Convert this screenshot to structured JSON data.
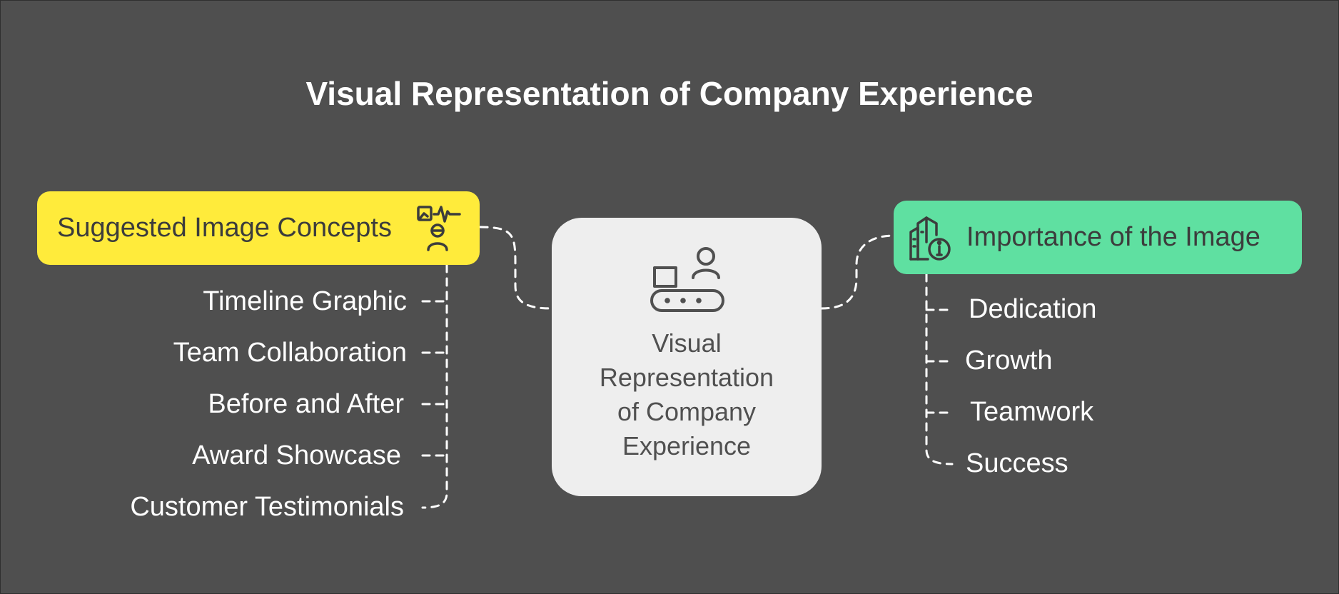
{
  "title": "Visual Representation of Company Experience",
  "center": {
    "lines": [
      "Visual",
      "Representation",
      "of Company",
      "Experience"
    ],
    "icon": "conveyor-person-icon"
  },
  "left_branch": {
    "label": "Suggested Image Concepts",
    "icon": "image-concepts-icon",
    "color": "#ffeb3b",
    "items": [
      "Timeline Graphic",
      "Team Collaboration",
      "Before and After",
      "Award Showcase",
      "Customer Testimonials"
    ]
  },
  "right_branch": {
    "label": "Importance of the Image",
    "icon": "building-info-icon",
    "color": "#5fe0a1",
    "items": [
      "Dedication",
      "Growth",
      "Teamwork",
      "Success"
    ]
  },
  "colors": {
    "background": "#4f4f4f",
    "center_box": "#eeeeee",
    "text_light": "#ffffff",
    "text_dark": "#3c3c3c"
  }
}
